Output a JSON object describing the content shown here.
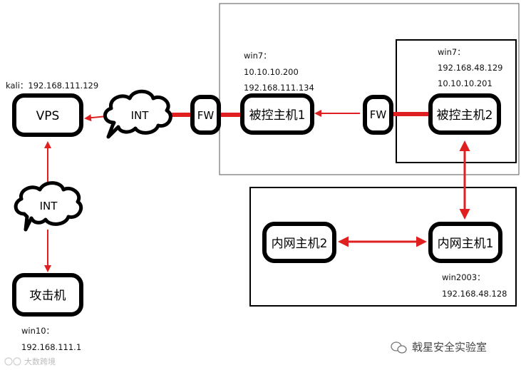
{
  "nodes": {
    "vps": "VPS",
    "attacker": "攻击机",
    "controlled1": "被控主机1",
    "controlled2": "被控主机2",
    "intranet1": "内网主机1",
    "intranet2": "内网主机2",
    "fw1": "FW",
    "fw2": "FW",
    "int1": "INT",
    "int2": "INT"
  },
  "labels": {
    "kali": "kali：192.168.111.129",
    "attacker_os": "win10：",
    "attacker_ip": "192.168.111.1",
    "c1_os": "win7：",
    "c1_ip1": "10.10.10.200",
    "c1_ip2": "192.168.111.134",
    "c2_os": "win7：",
    "c2_ip1": "192.168.48.129",
    "c2_ip2": "10.10.10.201",
    "i1_os": "win2003：",
    "i1_ip": "192.168.48.128"
  },
  "watermark": {
    "main": "戟星安全实验室",
    "corner": "大数跨境"
  },
  "colors": {
    "arrow": "#e02020",
    "node_border": "#000000",
    "frame": "#555555"
  }
}
